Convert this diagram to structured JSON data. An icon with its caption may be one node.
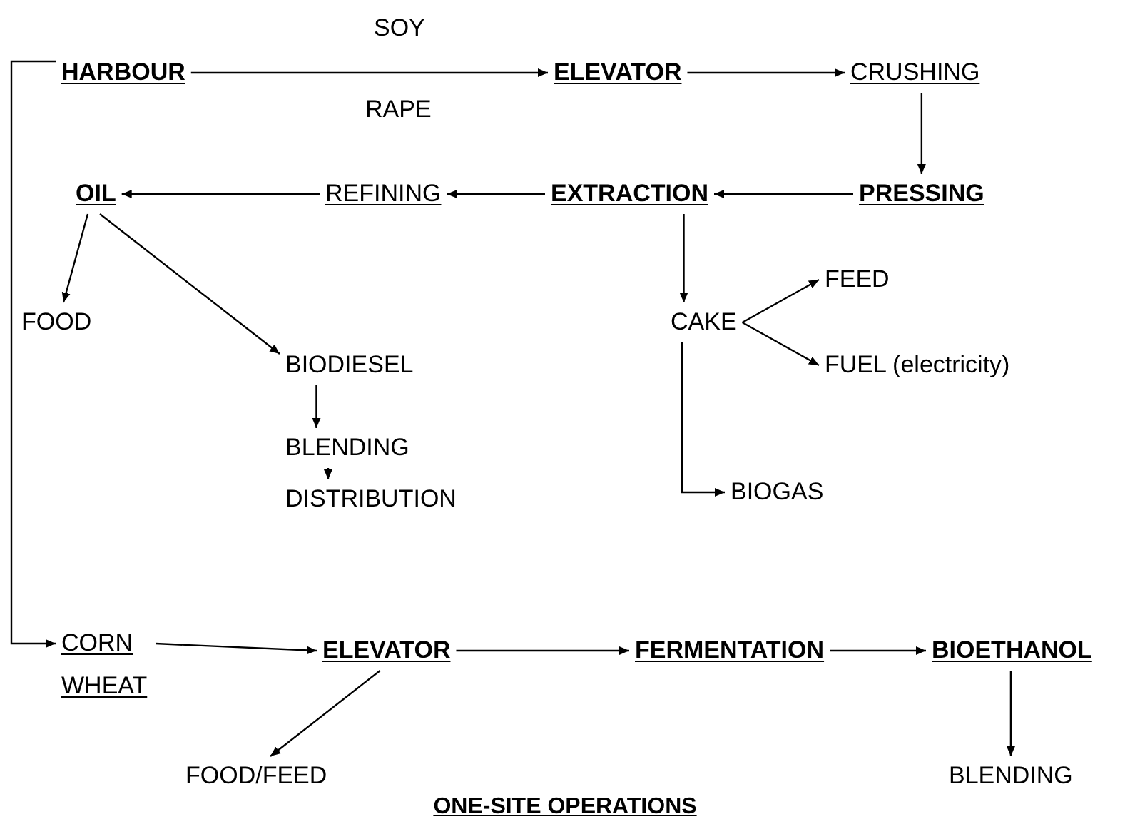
{
  "diagram": {
    "caption": "ONE-SITE OPERATIONS",
    "nodes": [
      {
        "text": [
          "HARBOUR"
        ]
      },
      {
        "text": [
          "ELEVATOR"
        ]
      },
      {
        "text": [
          "CRUSHING"
        ]
      },
      {
        "text": [
          "PRESSING"
        ]
      },
      {
        "text": [
          "EXTRACTION"
        ]
      },
      {
        "text": [
          "REFINING"
        ]
      },
      {
        "text": [
          "OIL"
        ]
      },
      {
        "text": [
          "FOOD"
        ]
      },
      {
        "text": [
          "BIODIESEL"
        ]
      },
      {
        "text": [
          "BLENDING"
        ]
      },
      {
        "text": [
          "DISTRIBUTION"
        ]
      },
      {
        "text": [
          "CAKE"
        ]
      },
      {
        "text": [
          "FEED"
        ]
      },
      {
        "text": [
          "FUEL (electricity)"
        ]
      },
      {
        "text": [
          "BIOGAS"
        ]
      },
      {
        "text": [
          "CORN WHEAT"
        ]
      },
      {
        "text": [
          "ELEVATOR"
        ]
      },
      {
        "text": [
          "FERMENTATION"
        ]
      },
      {
        "text": [
          "BIOETHANOL"
        ]
      },
      {
        "text": [
          "FOOD/FEED"
        ]
      },
      {
        "text": [
          "BLENDING"
        ]
      }
    ],
    "edges": [
      {
        "from": 0,
        "to": 1,
        "arrow": "to"
      },
      {
        "from": 1,
        "to": 2,
        "arrow": "to"
      },
      {
        "from": 2,
        "to": 3,
        "arrow": "to"
      },
      {
        "from": 3,
        "to": 4,
        "arrow": "to"
      },
      {
        "from": 4,
        "to": 5,
        "arrow": "to"
      },
      {
        "from": 5,
        "to": 6,
        "arrow": "to"
      },
      {
        "from": 6,
        "to": 7,
        "arrow": "to"
      },
      {
        "from": 6,
        "to": 8,
        "arrow": "to"
      },
      {
        "from": 4,
        "to": 11,
        "arrow": "to"
      },
      {
        "from": 11,
        "to": 12,
        "arrow": "to"
      },
      {
        "from": 11,
        "to": 13,
        "arrow": "to"
      },
      {
        "from": 11,
        "to": 14,
        "arrow": "to"
      },
      {
        "from": 8,
        "to": 9,
        "arrow": "to"
      },
      {
        "from": 9,
        "to": 10,
        "arrow": "to"
      },
      {
        "from": 0,
        "to": 15,
        "arrow": "to"
      },
      {
        "from": 15,
        "to": 16,
        "arrow": "to"
      },
      {
        "from": 16,
        "to": 17,
        "arrow": "to"
      },
      {
        "from": 17,
        "to": 18,
        "arrow": "to"
      },
      {
        "from": 16,
        "to": 19,
        "arrow": "to"
      },
      {
        "from": 18,
        "to": 20,
        "arrow": "to"
      }
    ],
    "labels": [
      "SOY",
      "RAPE"
    ]
  }
}
